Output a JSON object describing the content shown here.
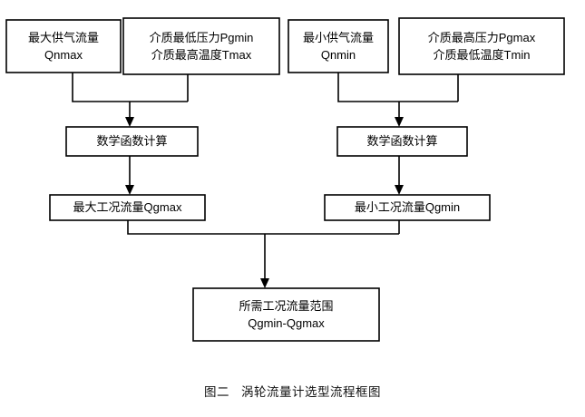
{
  "figure": {
    "caption_label": "图二",
    "caption_title": "涡轮流量计选型流程框图",
    "ink_color": "#000000",
    "background_color": "#ffffff"
  },
  "nodes": {
    "max_supply_flow": {
      "line1": "最大供气流量",
      "line2": "Qnmax"
    },
    "medium_min_pressure_max_temp": {
      "line1": "介质最低压力Pgmin",
      "line2": "介质最高温度Tmax"
    },
    "min_supply_flow": {
      "line1": "最小供气流量",
      "line2": "Qnmin"
    },
    "medium_max_pressure_min_temp": {
      "line1": "介质最高压力Pgmax",
      "line2": "介质最低温度Tmin"
    },
    "math_calc_left": {
      "line1": "数学函数计算"
    },
    "math_calc_right": {
      "line1": "数学函数计算"
    },
    "qgmax_result": {
      "line1": "最大工况流量Qgmax"
    },
    "qgmin_result": {
      "line1": "最小工况流量Qgmin"
    },
    "required_range": {
      "line1": "所需工况流量范围",
      "line2": "Qgmin-Qgmax"
    }
  },
  "chart_data": {
    "type": "table",
    "title": "涡轮流量计选型流程框图",
    "flow_levels": [
      [
        "最大供气流量 Qnmax",
        "介质最低压力Pgmin / 介质最高温度Tmax",
        "最小供气流量 Qnmin",
        "介质最高压力Pgmax / 介质最低温度Tmin"
      ],
      [
        "数学函数计算",
        "数学函数计算"
      ],
      [
        "最大工况流量Qgmax",
        "最小工况流量Qgmin"
      ],
      [
        "所需工况流量范围 Qgmin-Qgmax"
      ]
    ],
    "edges": [
      {
        "from": "最大供气流量 Qnmax",
        "to": "数学函数计算(左)"
      },
      {
        "from": "介质最低压力Pgmin/介质最高温度Tmax",
        "to": "数学函数计算(左)"
      },
      {
        "from": "最小供气流量 Qnmin",
        "to": "数学函数计算(右)"
      },
      {
        "from": "介质最高压力Pgmax/介质最低温度Tmin",
        "to": "数学函数计算(右)"
      },
      {
        "from": "数学函数计算(左)",
        "to": "最大工况流量Qgmax"
      },
      {
        "from": "数学函数计算(右)",
        "to": "最小工况流量Qgmin"
      },
      {
        "from": "最大工况流量Qgmax",
        "to": "所需工况流量范围 Qgmin-Qgmax"
      },
      {
        "from": "最小工况流量Qgmin",
        "to": "所需工况流量范围 Qgmin-Qgmax"
      }
    ]
  }
}
